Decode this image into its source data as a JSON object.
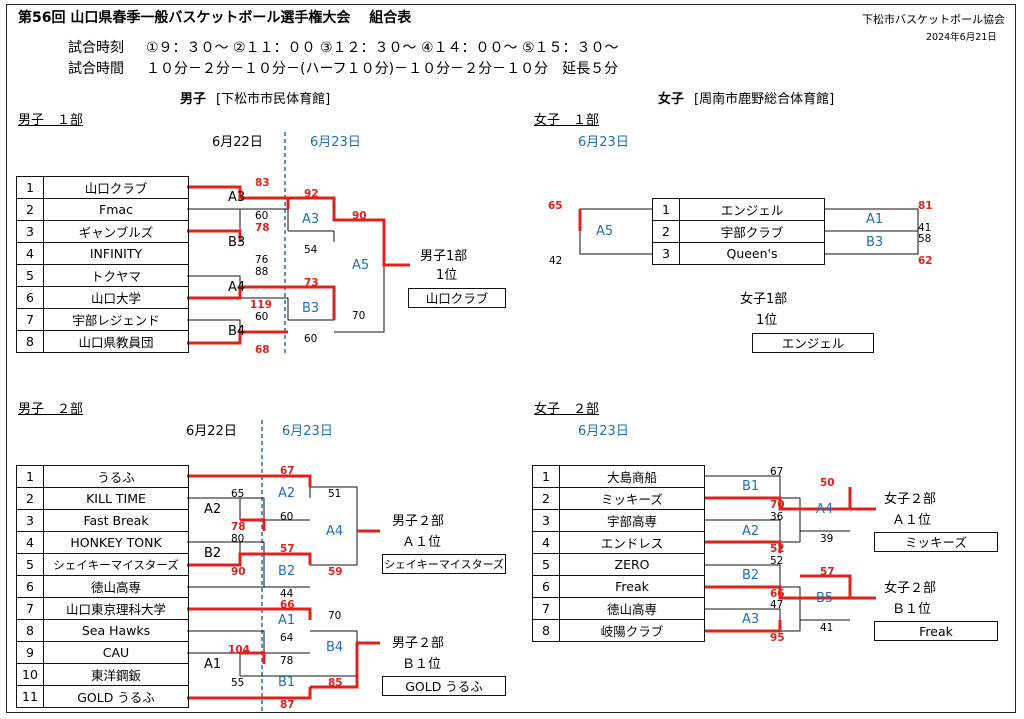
{
  "header": {
    "title": "第56回 山口県春季一般バスケットボール選手権大会　 組合表",
    "org": "下松市バスケットボール協会",
    "date": "2024年6月21日",
    "times_label": "試合時刻",
    "times": "①９：３０～ ②１１：００ ③１２：３０～ ④１４：００～ ⑤１５：３０～",
    "duration_label": "試合時間",
    "duration": "１０分－２分－１０分－(ハーフ１０分)－１０分－２分－１０分　延長５分"
  },
  "venues": {
    "men_label": "男子",
    "men": "[下松市市民体育館]",
    "women_label": "女子",
    "women": "[周南市鹿野総合体育館]"
  },
  "men1": {
    "heading": "男子　１部",
    "day1": "6月22日",
    "day2": "6月23日",
    "teams": [
      {
        "no": "1",
        "name": "山口クラブ"
      },
      {
        "no": "2",
        "name": "Fmac"
      },
      {
        "no": "3",
        "name": "ギャンブルズ"
      },
      {
        "no": "4",
        "name": "INFINITY"
      },
      {
        "no": "5",
        "name": "トクヤマ"
      },
      {
        "no": "6",
        "name": "山口大学"
      },
      {
        "no": "7",
        "name": "宇部レジェンド"
      },
      {
        "no": "8",
        "name": "山口県教員団"
      }
    ],
    "games": {
      "A3a": "A3",
      "B3a": "B3",
      "A4a": "A4",
      "B4a": "B4",
      "A3b": "A3",
      "B3b": "B3",
      "A5": "A5"
    },
    "scores": {
      "s1": "83",
      "s2": "60",
      "s3": "78",
      "s4": "76",
      "s5": "88",
      "s6": "119",
      "s7": "60",
      "s8": "68",
      "w1": "92",
      "w2": "54",
      "w3": "73",
      "w4": "60",
      "f1": "90",
      "f2": "70"
    },
    "result_label": "男子1部",
    "result_rank": "1位",
    "winner": "山口クラブ"
  },
  "women1": {
    "heading": "女子　１部",
    "day": "6月23日",
    "teams": [
      {
        "no": "1",
        "name": "エンジェル"
      },
      {
        "no": "2",
        "name": "宇部クラブ"
      },
      {
        "no": "3",
        "name": "Queen's"
      }
    ],
    "games": {
      "A5": "A5",
      "A1": "A1",
      "B3": "B3"
    },
    "scores": {
      "l1": "65",
      "l2": "42",
      "r1": "81",
      "r2": "41",
      "r3": "58",
      "r4": "62"
    },
    "result_label": "女子1部",
    "result_rank": "1位",
    "winner": "エンジェル"
  },
  "men2": {
    "heading": "男子　２部",
    "day1": "6月22日",
    "day2": "6月23日",
    "teams": [
      {
        "no": "1",
        "name": "うるふ"
      },
      {
        "no": "2",
        "name": "KILL TIME"
      },
      {
        "no": "3",
        "name": "Fast Break"
      },
      {
        "no": "4",
        "name": "HONKEY TONK"
      },
      {
        "no": "5",
        "name": "シェイキーマイスターズ"
      },
      {
        "no": "6",
        "name": "徳山高専"
      },
      {
        "no": "7",
        "name": "山口東京理科大学"
      },
      {
        "no": "8",
        "name": "Sea Hawks"
      },
      {
        "no": "9",
        "name": "CAU"
      },
      {
        "no": "10",
        "name": "東洋鋼鈑"
      },
      {
        "no": "11",
        "name": "GOLD うるふ"
      }
    ],
    "games": {
      "A2a": "A2",
      "B2a": "B2",
      "A1a": "A1",
      "A2b": "A2",
      "B2b": "B2",
      "A1b": "A1",
      "B1b": "B1",
      "A4": "A4",
      "B4": "B4"
    },
    "scores": {
      "a": "67",
      "b": "65",
      "c": "60",
      "d": "78",
      "e": "80",
      "f": "57",
      "g": "90",
      "h": "44",
      "i": "66",
      "j": "64",
      "k": "104",
      "l": "78",
      "m": "55",
      "n": "87",
      "o": "51",
      "p": "59",
      "q": "70",
      "r": "85"
    },
    "resultA_label": "男子２部",
    "resultA_rank": "Ａ１位",
    "winnerA": "シェイキーマイスターズ",
    "resultB_label": "男子２部",
    "resultB_rank": "Ｂ１位",
    "winnerB": "GOLD うるふ"
  },
  "women2": {
    "heading": "女子　２部",
    "day": "6月23日",
    "teams": [
      {
        "no": "1",
        "name": "大島商船"
      },
      {
        "no": "2",
        "name": "ミッキーズ"
      },
      {
        "no": "3",
        "name": "宇部高専"
      },
      {
        "no": "4",
        "name": "エンドレス"
      },
      {
        "no": "5",
        "name": "ZERO"
      },
      {
        "no": "6",
        "name": "Freak"
      },
      {
        "no": "7",
        "name": "徳山高専"
      },
      {
        "no": "8",
        "name": "岐陽クラブ"
      }
    ],
    "games": {
      "B1": "B1",
      "A2": "A2",
      "B2": "B2",
      "A3": "A3",
      "A4": "A4",
      "B5": "B5"
    },
    "scores": {
      "a": "67",
      "b": "70",
      "c": "36",
      "d": "52",
      "e": "52",
      "f": "66",
      "g": "47",
      "h": "95",
      "i": "50",
      "j": "39",
      "k": "57",
      "l": "41"
    },
    "resultA_label": "女子２部",
    "resultA_rank": "Ａ１位",
    "winnerA": "ミッキーズ",
    "resultB_label": "女子２部",
    "resultB_rank": "Ｂ１位",
    "winnerB": "Freak"
  }
}
